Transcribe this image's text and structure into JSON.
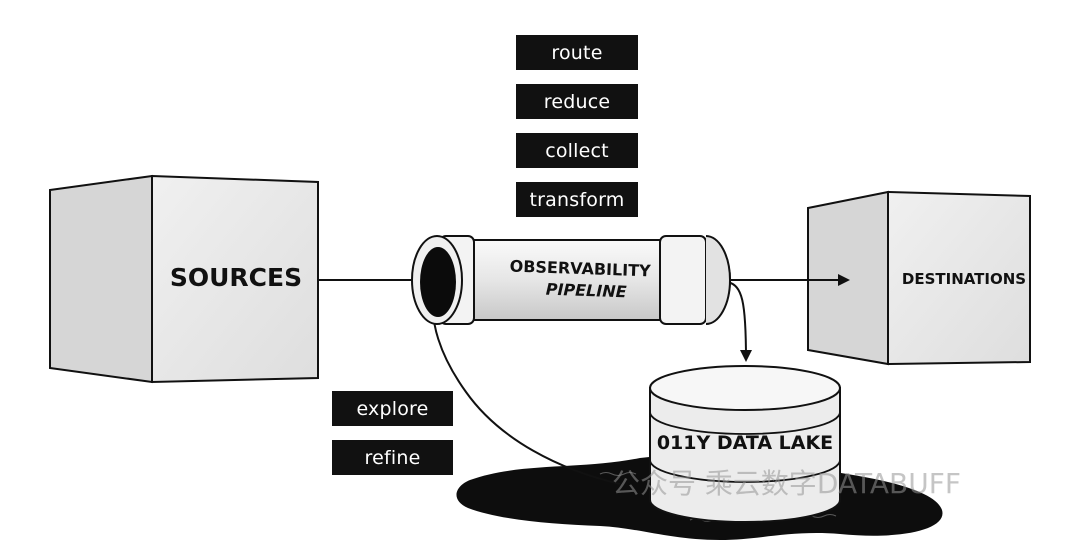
{
  "actions_top": [
    "route",
    "reduce",
    "collect",
    "transform"
  ],
  "actions_bottom": [
    "explore",
    "refine"
  ],
  "sources": {
    "label": "SOURCES"
  },
  "destinations": {
    "label": "DESTINATIONS"
  },
  "pipeline": {
    "line1": "OBSERVABILITY",
    "line2": "PIPELINE"
  },
  "data_lake": {
    "label": "011Y DATA LAKE"
  },
  "watermark": "公众号 乘云数字DATABUFF",
  "colors": {
    "ink": "#111111",
    "cube_front": "#e8e8e8",
    "cube_side": "#dcdcdc",
    "cube_top": "#f2f2f2"
  }
}
